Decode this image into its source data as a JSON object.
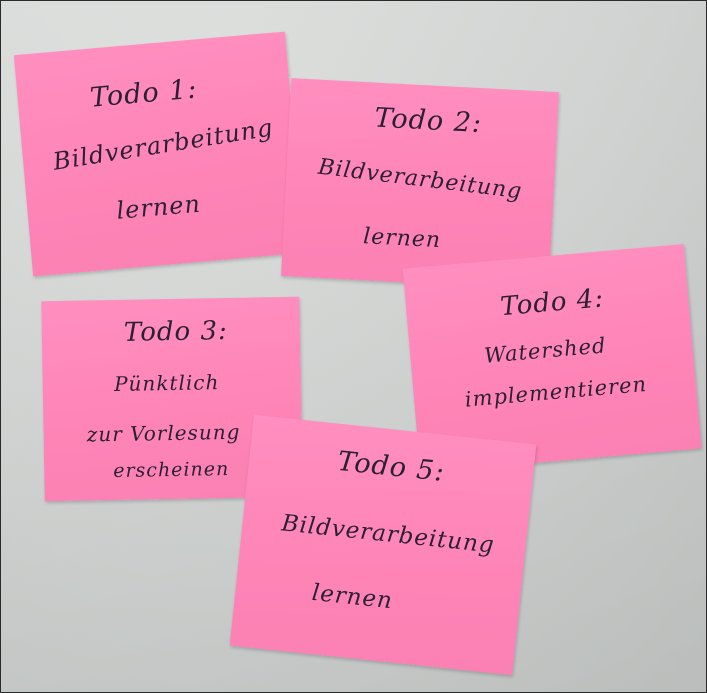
{
  "notes": [
    {
      "title": "Todo 1:",
      "lines": [
        "Bildverarbeitung",
        "lernen"
      ]
    },
    {
      "title": "Todo 2:",
      "lines": [
        "Bildverarbeitung",
        "lernen"
      ]
    },
    {
      "title": "Todo 3:",
      "lines": [
        "Pünktlich",
        "zur Vorlesung",
        "erscheinen"
      ]
    },
    {
      "title": "Todo 4:",
      "lines": [
        "Watershed",
        "implementieren"
      ]
    },
    {
      "title": "Todo 5:",
      "lines": [
        "Bildverarbeitung",
        "lernen"
      ]
    }
  ],
  "colors": {
    "note": "#ff86b8",
    "ink": "#2b1f33",
    "surface": "#d3d6d4"
  }
}
